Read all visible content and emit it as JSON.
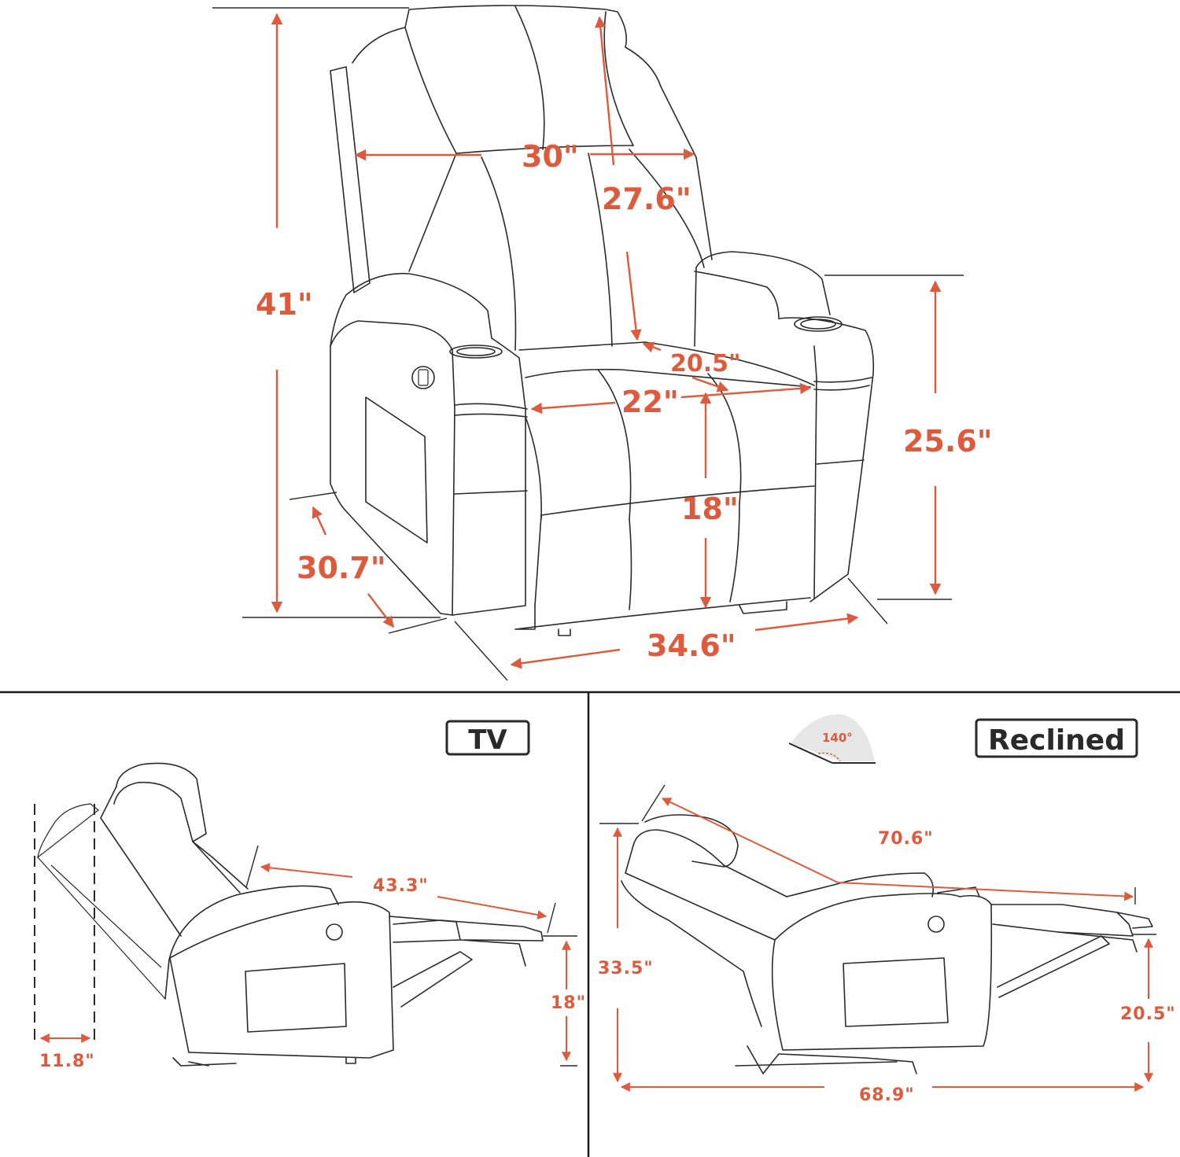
{
  "front_view": {
    "overall_height": "41\"",
    "back_width": "30\"",
    "backrest_height": "27.6\"",
    "seat_depth": "20.5\"",
    "seat_width": "22\"",
    "seat_height": "18\"",
    "arm_height": "25.6\"",
    "overall_depth": "30.7\"",
    "overall_width": "34.6\""
  },
  "tv_panel": {
    "title": "TV",
    "length": "43.3\"",
    "footrest_height": "18\"",
    "wall_clearance": "11.8\""
  },
  "reclined_panel": {
    "title": "Reclined",
    "angle": "140°",
    "length": "70.6\"",
    "height": "33.5\"",
    "footrest_height": "20.5\"",
    "floor_length": "68.9\""
  },
  "colors": {
    "dimension": "#dd5a3c",
    "line": "#2a2a2a",
    "divider": "#1a1a1a"
  }
}
